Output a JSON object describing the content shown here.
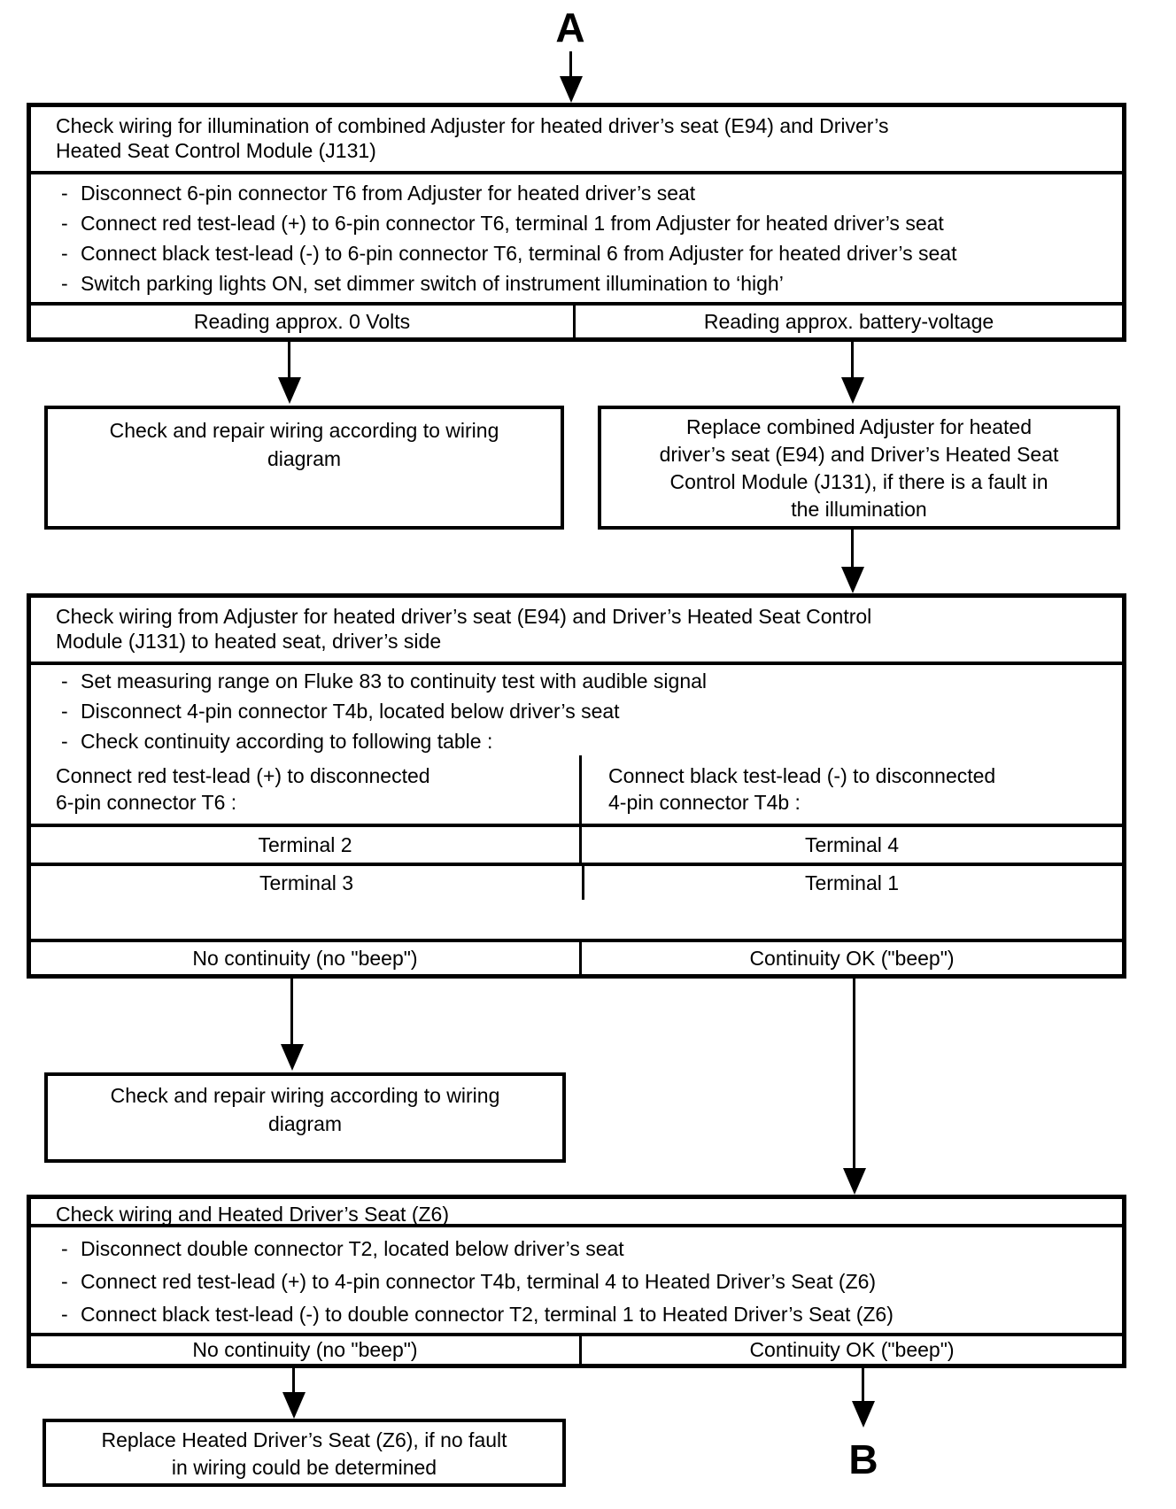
{
  "labels": {
    "top": "A",
    "bottom": "B"
  },
  "colors": {
    "ink": "#000000",
    "paper": "#ffffff"
  },
  "table1": {
    "title": "Check wiring for illumination of combined Adjuster for heated driver’s seat (E94) and Driver’s\nHeated Seat Control Module (J131)",
    "steps": [
      "Disconnect 6-pin connector T6 from Adjuster for heated driver’s seat",
      "Connect red test-lead (+) to 6-pin connector T6, terminal 1 from Adjuster for heated driver’s seat",
      "Connect black test-lead (-) to 6-pin connector T6, terminal 6 from Adjuster for heated driver’s seat",
      "Switch parking lights ON, set dimmer switch of instrument illumination to ‘high’"
    ],
    "outcome_left": "Reading approx. 0 Volts",
    "outcome_right": "Reading approx. battery-voltage"
  },
  "result1_left": "Check and repair wiring according to wiring\ndiagram",
  "result1_right": "Replace combined Adjuster for heated\ndriver’s seat (E94) and Driver’s Heated Seat\nControl Module (J131), if there is a fault in\nthe illumination",
  "table2": {
    "title": "Check wiring from Adjuster for heated driver’s seat (E94) and Driver’s Heated Seat Control\nModule (J131) to heated seat, driver’s side",
    "steps": [
      "Set measuring range on Fluke 83 to continuity test with audible signal",
      "Disconnect 4-pin connector T4b, located below driver’s seat",
      "Check continuity according to following table :"
    ],
    "col_left_header": "Connect red test-lead (+) to disconnected\n6-pin connector T6 :",
    "col_right_header": "Connect black test-lead (-) to disconnected\n4-pin connector T4b :",
    "rows": [
      {
        "left": "Terminal 2",
        "right": "Terminal 4"
      },
      {
        "left": "Terminal 3",
        "right": "Terminal 1"
      }
    ],
    "outcome_left": "No continuity (no \"beep\")",
    "outcome_right": "Continuity OK (\"beep\")"
  },
  "result2_left": "Check and repair wiring according to wiring\ndiagram",
  "table3": {
    "title": "Check wiring and Heated Driver’s Seat (Z6)",
    "steps": [
      "Disconnect double connector T2, located below driver’s seat",
      "Connect red test-lead (+) to 4-pin connector T4b, terminal 4 to Heated Driver’s Seat (Z6)",
      "Connect black test-lead (-) to double connector T2, terminal 1 to Heated Driver’s Seat (Z6)"
    ],
    "outcome_left": "No continuity (no \"beep\")",
    "outcome_right": "Continuity OK (\"beep\")"
  },
  "result3_left": "Replace Heated Driver’s Seat (Z6), if no fault\nin wiring could be determined"
}
